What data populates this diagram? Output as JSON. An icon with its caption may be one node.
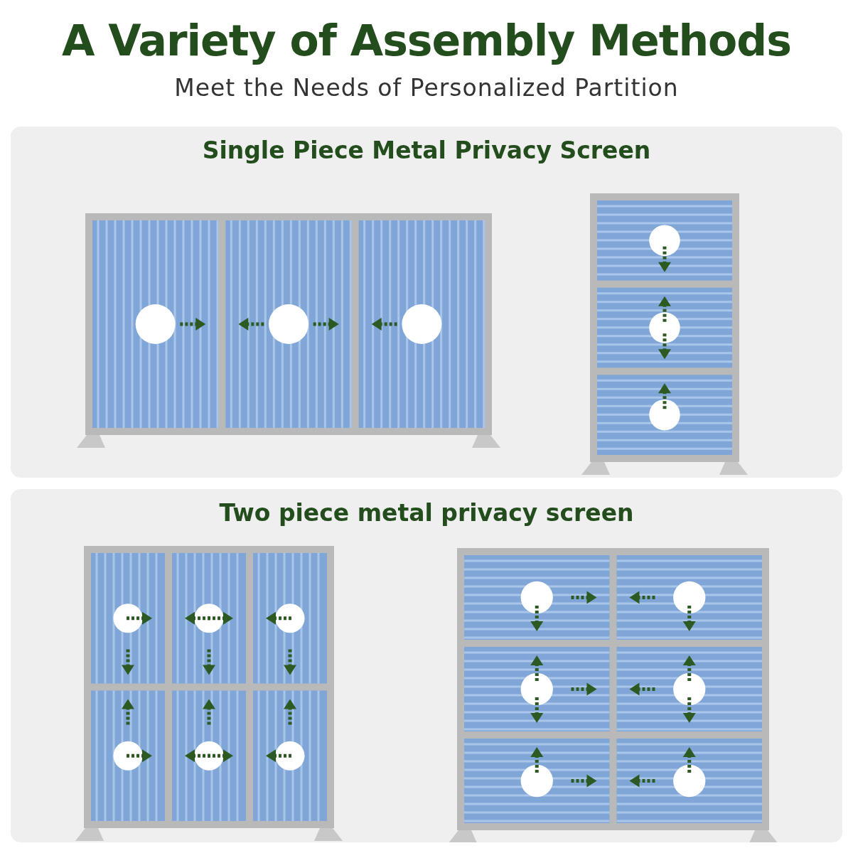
{
  "diagram": {
    "title": "A Variety of Assembly Methods",
    "nodes": [
      {
        "text": [
          "Single Piece Metal Privacy Screen"
        ]
      },
      {
        "text": [
          "Two piece metal privacy screen"
        ]
      }
    ],
    "labels": [
      "Meet the Needs of Personalized Partition"
    ]
  }
}
